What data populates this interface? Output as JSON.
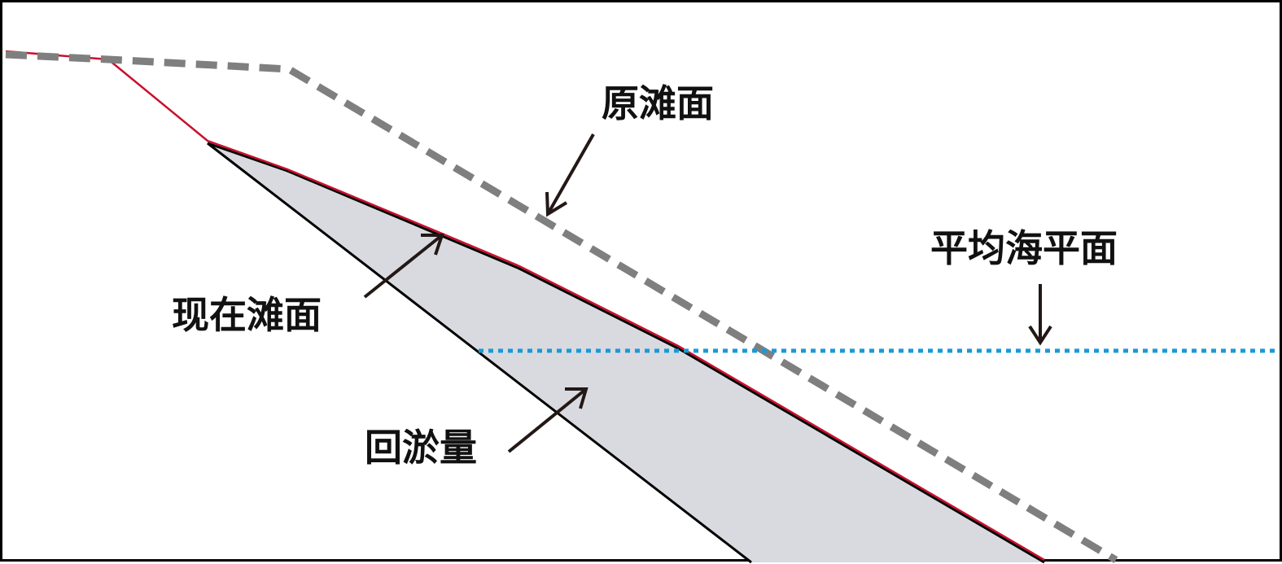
{
  "labels": {
    "original_beach": "原滩面",
    "current_beach": "现在滩面",
    "mean_sea_level": "平均海平面",
    "deposit_volume": "回淤量"
  },
  "colors": {
    "original_beach_line": "#7f7f7f",
    "current_beach_line": "#c8102e",
    "deposit_fill": "#d9dae0",
    "sea_level_line": "#1a9ad6",
    "arrow": "#231815"
  }
}
